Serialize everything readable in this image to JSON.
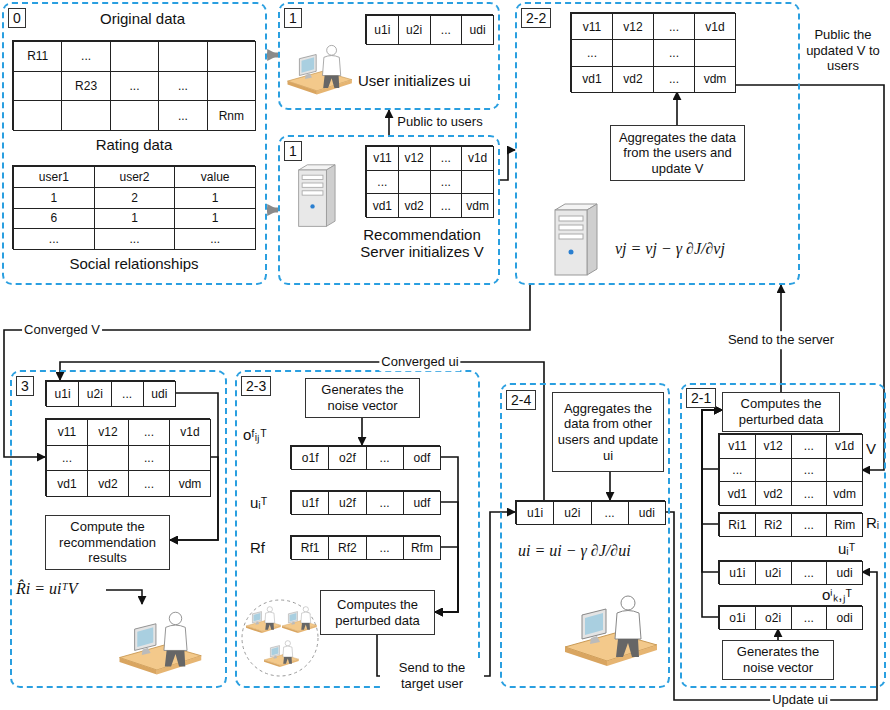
{
  "diagram": {
    "nodes": [
      {
        "text": [
          "0",
          "Original data"
        ]
      },
      {
        "text": [
          "R11",
          "...",
          "R23",
          "...",
          "...",
          "...",
          "Rnm",
          "Rating data"
        ],
        "in": 0
      },
      {
        "text": [
          "user1",
          "user2",
          "value",
          "1",
          "2",
          "1",
          "6",
          "1",
          "1",
          "...",
          "...",
          "...",
          "Social relationships"
        ],
        "in": 0
      },
      {
        "text": [
          "1",
          "User initializes ui"
        ]
      },
      {
        "text": [
          "u1i",
          "u2i",
          "...",
          "udi"
        ],
        "in": 3
      },
      {
        "text": [
          "1",
          "Recommendation Server initializes V"
        ]
      },
      {
        "text": [
          "v11",
          "v12",
          "...",
          "v1d",
          "...",
          "...",
          "vd1",
          "vd2",
          "...",
          "vdm"
        ],
        "in": 5
      },
      {
        "text": [
          "2-2",
          "vj = vj − γ ∂J/∂vj"
        ]
      },
      {
        "text": [
          "v11",
          "v12",
          "...",
          "v1d",
          "...",
          "...",
          "vd1",
          "vd2",
          "...",
          "vdm"
        ],
        "in": 7
      },
      {
        "text": [
          "Aggregates the data from the users and update V"
        ],
        "in": 7
      },
      {
        "text": [
          "3",
          "R̂i = uiᵀV"
        ]
      },
      {
        "text": [
          "u1i",
          "u2i",
          "...",
          "udi"
        ],
        "in": 10
      },
      {
        "text": [
          "v11",
          "v12",
          "...",
          "v1d",
          "...",
          "...",
          "vd1",
          "vd2",
          "...",
          "vdm"
        ],
        "in": 10
      },
      {
        "text": [
          "Compute the recommendation results"
        ],
        "in": 10
      },
      {
        "text": [
          "2-3",
          "oᶠᵢⱼᵀ",
          "uᵢᵀ",
          "Rf"
        ]
      },
      {
        "text": [
          "Generates the noise vector"
        ],
        "in": 14
      },
      {
        "text": [
          "o1f",
          "o2f",
          "...",
          "odf"
        ],
        "in": 14
      },
      {
        "text": [
          "u1f",
          "u2f",
          "...",
          "udf"
        ],
        "in": 14
      },
      {
        "text": [
          "Rf1",
          "Rf2",
          "...",
          "Rfm"
        ],
        "in": 14
      },
      {
        "text": [
          "Computes the perturbed data"
        ],
        "in": 14
      },
      {
        "text": [
          "2-4",
          "ui = ui − γ ∂J/∂ui"
        ]
      },
      {
        "text": [
          "Aggregates the data from other users and update ui"
        ],
        "in": 20
      },
      {
        "text": [
          "u1i",
          "u2i",
          "...",
          "udi"
        ],
        "in": 20
      },
      {
        "text": [
          "2-1",
          "V",
          "Rᵢ",
          "uᵢᵀ",
          "oⁱₖ,ⱼᵀ"
        ]
      },
      {
        "text": [
          "Computes the perturbed data"
        ],
        "in": 23
      },
      {
        "text": [
          "v11",
          "v12",
          "...",
          "v1d",
          "...",
          "...",
          "vd1",
          "vd2",
          "...",
          "vdm"
        ],
        "in": 23
      },
      {
        "text": [
          "Ri1",
          "Ri2",
          "...",
          "Rim"
        ],
        "in": 23
      },
      {
        "text": [
          "u1i",
          "u2i",
          "...",
          "udi"
        ],
        "in": 23
      },
      {
        "text": [
          "o1i",
          "o2i",
          "...",
          "odi"
        ],
        "in": 23
      },
      {
        "text": [
          "Generates the noise vector"
        ],
        "in": 23
      }
    ],
    "edges": [
      {
        "from": 0,
        "to": 3,
        "arrow": "to"
      },
      {
        "from": 0,
        "to": 5,
        "arrow": "to"
      },
      {
        "from": 5,
        "to": 3,
        "arrow": "to",
        "label": "Public to users"
      },
      {
        "from": 5,
        "to": 7,
        "arrow": "to"
      },
      {
        "from": 9,
        "to": 8,
        "arrow": "to"
      },
      {
        "from": 8,
        "to": 25,
        "arrow": "to",
        "label": "Public the updated V to users"
      },
      {
        "from": 25,
        "to": 24,
        "arrow": "to"
      },
      {
        "from": 26,
        "to": 24,
        "arrow": "to"
      },
      {
        "from": 27,
        "to": 24,
        "arrow": "to"
      },
      {
        "from": 28,
        "to": 24,
        "arrow": "to"
      },
      {
        "from": 29,
        "to": 28,
        "arrow": "to"
      },
      {
        "from": 24,
        "to": 7,
        "arrow": "to",
        "label": "Send to the server"
      },
      {
        "from": 7,
        "to": 12,
        "arrow": "to",
        "label": "Converged V"
      },
      {
        "from": 15,
        "to": 16,
        "arrow": "to"
      },
      {
        "from": 16,
        "to": 19,
        "arrow": "to"
      },
      {
        "from": 17,
        "to": 19,
        "arrow": "to"
      },
      {
        "from": 18,
        "to": 19,
        "arrow": "to"
      },
      {
        "from": 19,
        "to": 22,
        "arrow": "to",
        "label": "Send to the target user"
      },
      {
        "from": 21,
        "to": 22,
        "arrow": "to"
      },
      {
        "from": 22,
        "to": 27,
        "arrow": "to",
        "label": "Update ui"
      },
      {
        "from": 22,
        "to": 11,
        "arrow": "to",
        "label": "Converged ui"
      },
      {
        "from": 11,
        "to": 13,
        "arrow": "to"
      },
      {
        "from": 12,
        "to": 13,
        "arrow": "to"
      }
    ]
  }
}
